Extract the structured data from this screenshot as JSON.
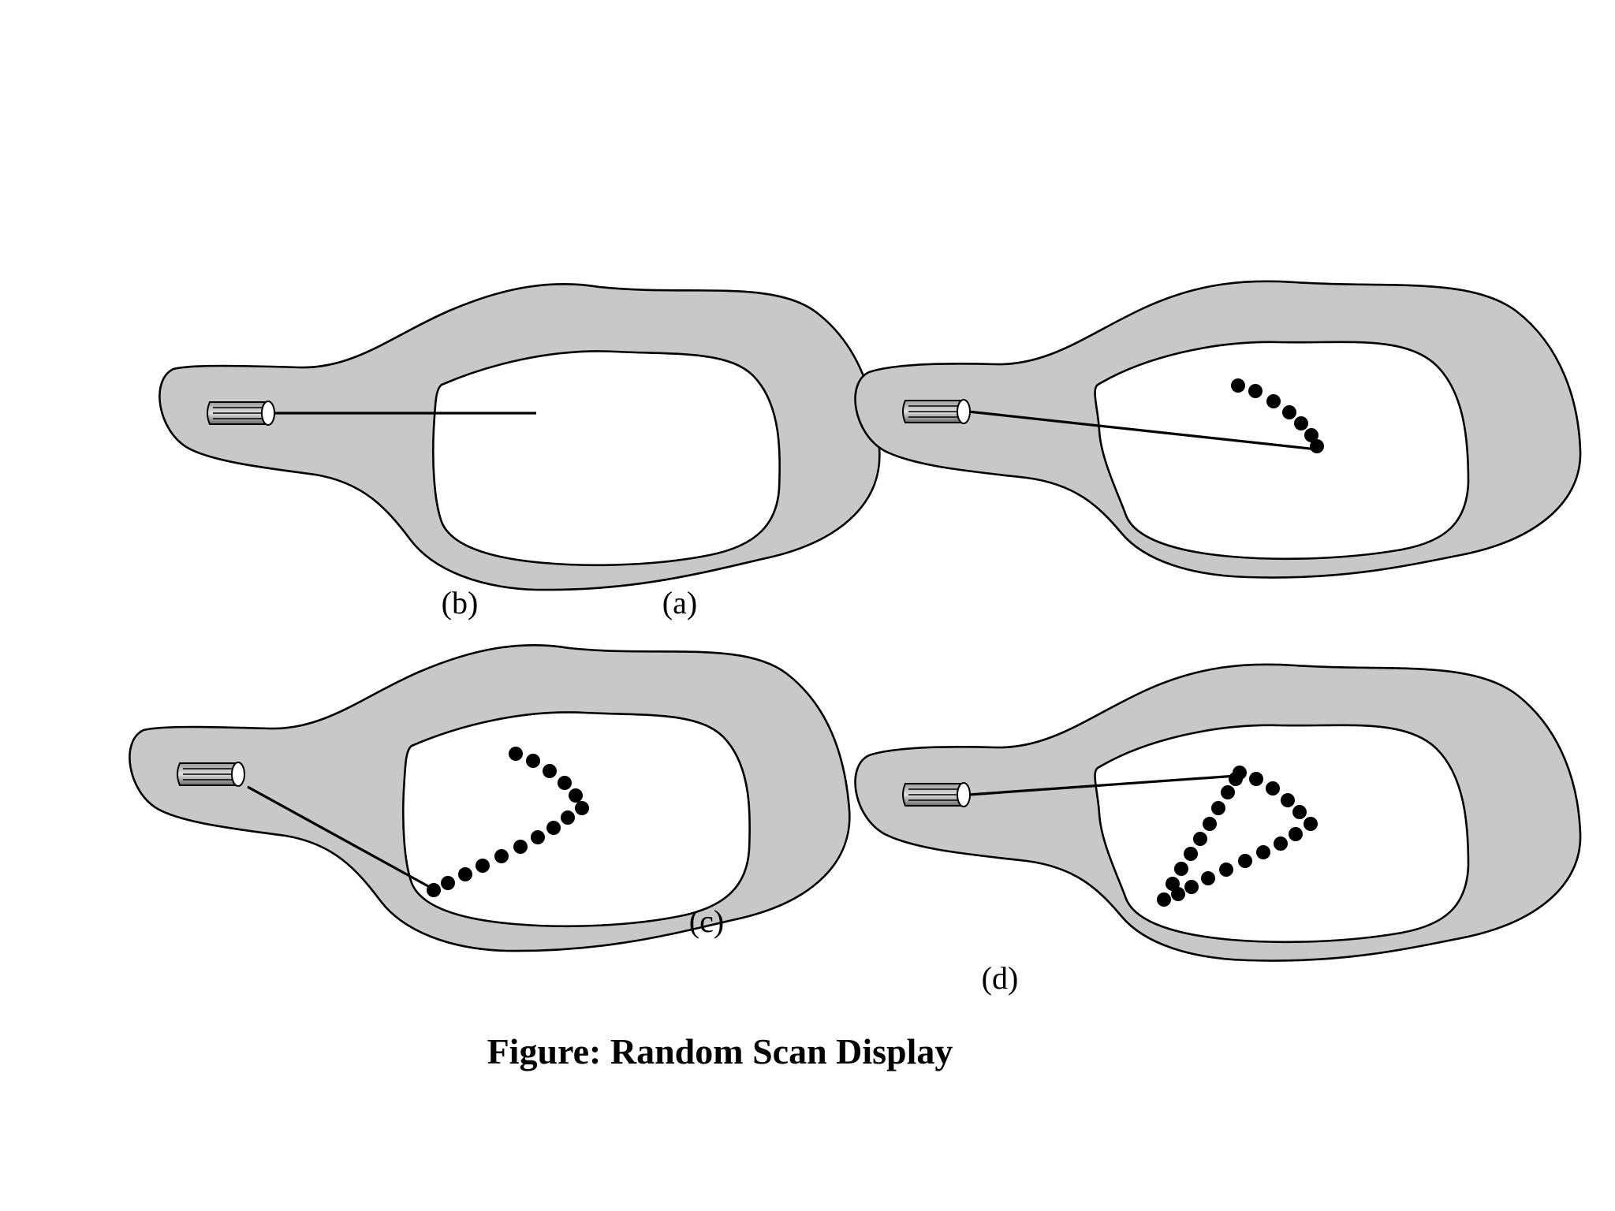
{
  "figure": {
    "caption": "Figure: Random Scan Display",
    "stray_label": "(b)",
    "panels": [
      {
        "id": "a",
        "label": "(a)",
        "dots": 0
      },
      {
        "id": "b",
        "label": "",
        "dots": 7
      },
      {
        "id": "c",
        "label": "(c)",
        "dots": 15
      },
      {
        "id": "d",
        "label": "(d)",
        "dots": 23
      }
    ]
  },
  "colors": {
    "tube_fill": "#c8c8c8",
    "screen_fill": "#ffffff",
    "outline": "#000000",
    "dots": "#000000"
  },
  "icons": [
    "crt-tube-icon",
    "electron-gun-icon"
  ]
}
